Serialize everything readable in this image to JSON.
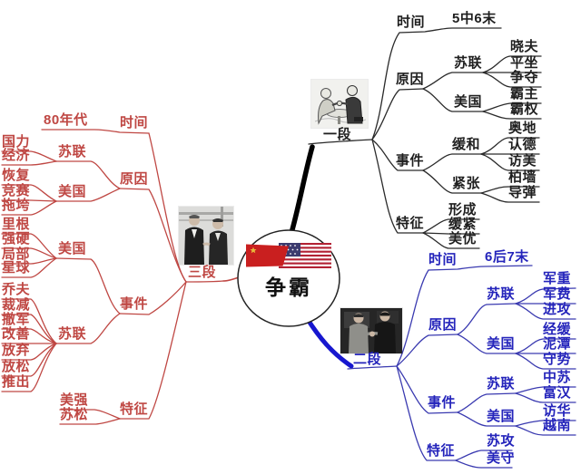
{
  "center": {
    "title": "争霸",
    "flag_icon": "ussr-us-merged-flags"
  },
  "colors": {
    "s1_text": "#1f1f1f",
    "s1_line": "#2a2a2a",
    "s1_trunk": "#000000",
    "s2_text": "#2424bb",
    "s2_line": "#3a3ab0",
    "s2_trunk": "#1717cf",
    "s3_text": "#bf4743",
    "s3_line": "#bf4743",
    "background": "#ffffff"
  },
  "s1": {
    "label": "一段",
    "image": "cartoon-khrushchev-kennedy-arm-wrestling",
    "time": {
      "label": "时间",
      "value": "5中6末"
    },
    "cause": {
      "label": "原因",
      "ussr": {
        "label": "苏联",
        "items": [
          "晓夫",
          "平坐",
          "争夺"
        ]
      },
      "usa": {
        "label": "美国",
        "items": [
          "霸主",
          "霸权"
        ]
      }
    },
    "event": {
      "label": "事件",
      "relax": {
        "label": "缓和",
        "items": [
          "奥地",
          "认德",
          "访美"
        ]
      },
      "tense": {
        "label": "紧张",
        "items": [
          "柏墙",
          "导弹"
        ]
      }
    },
    "feature": {
      "label": "特征",
      "items": [
        "形成",
        "缓紧",
        "美优"
      ]
    }
  },
  "s2": {
    "label": "二段",
    "image": "photo-mao-nixon-handshake",
    "time": {
      "label": "时间",
      "value": "6后7末"
    },
    "cause": {
      "label": "原因",
      "ussr": {
        "label": "苏联",
        "items": [
          "军重",
          "军费",
          "进攻"
        ]
      },
      "usa": {
        "label": "美国",
        "items": [
          "经缓",
          "泥潭",
          "守势"
        ]
      }
    },
    "event": {
      "label": "事件",
      "ussr": {
        "label": "苏联",
        "items": [
          "中苏",
          "富汉"
        ]
      },
      "usa": {
        "label": "美国",
        "items": [
          "访华",
          "越南"
        ]
      }
    },
    "feature": {
      "label": "特征",
      "items": [
        "苏攻",
        "美守"
      ]
    }
  },
  "s3": {
    "label": "三段",
    "image": "photo-leaders-handshake",
    "time": {
      "label": "时间",
      "value": "80年代"
    },
    "cause": {
      "label": "原因",
      "ussr": {
        "label": "苏联",
        "items": [
          "国力",
          "经济"
        ]
      },
      "usa": {
        "label": "美国",
        "items": [
          "恢复",
          "竞赛",
          "拖垮"
        ]
      }
    },
    "event": {
      "label": "事件",
      "usa": {
        "label": "美国",
        "items": [
          "里根",
          "强硬",
          "局部",
          "星球"
        ]
      },
      "ussr": {
        "label": "苏联",
        "items": [
          "乔夫",
          "裁减",
          "撤军",
          "改善",
          "放弃",
          "放松",
          "推出"
        ]
      }
    },
    "feature": {
      "label": "特征",
      "items": [
        "美强",
        "苏松"
      ]
    }
  }
}
